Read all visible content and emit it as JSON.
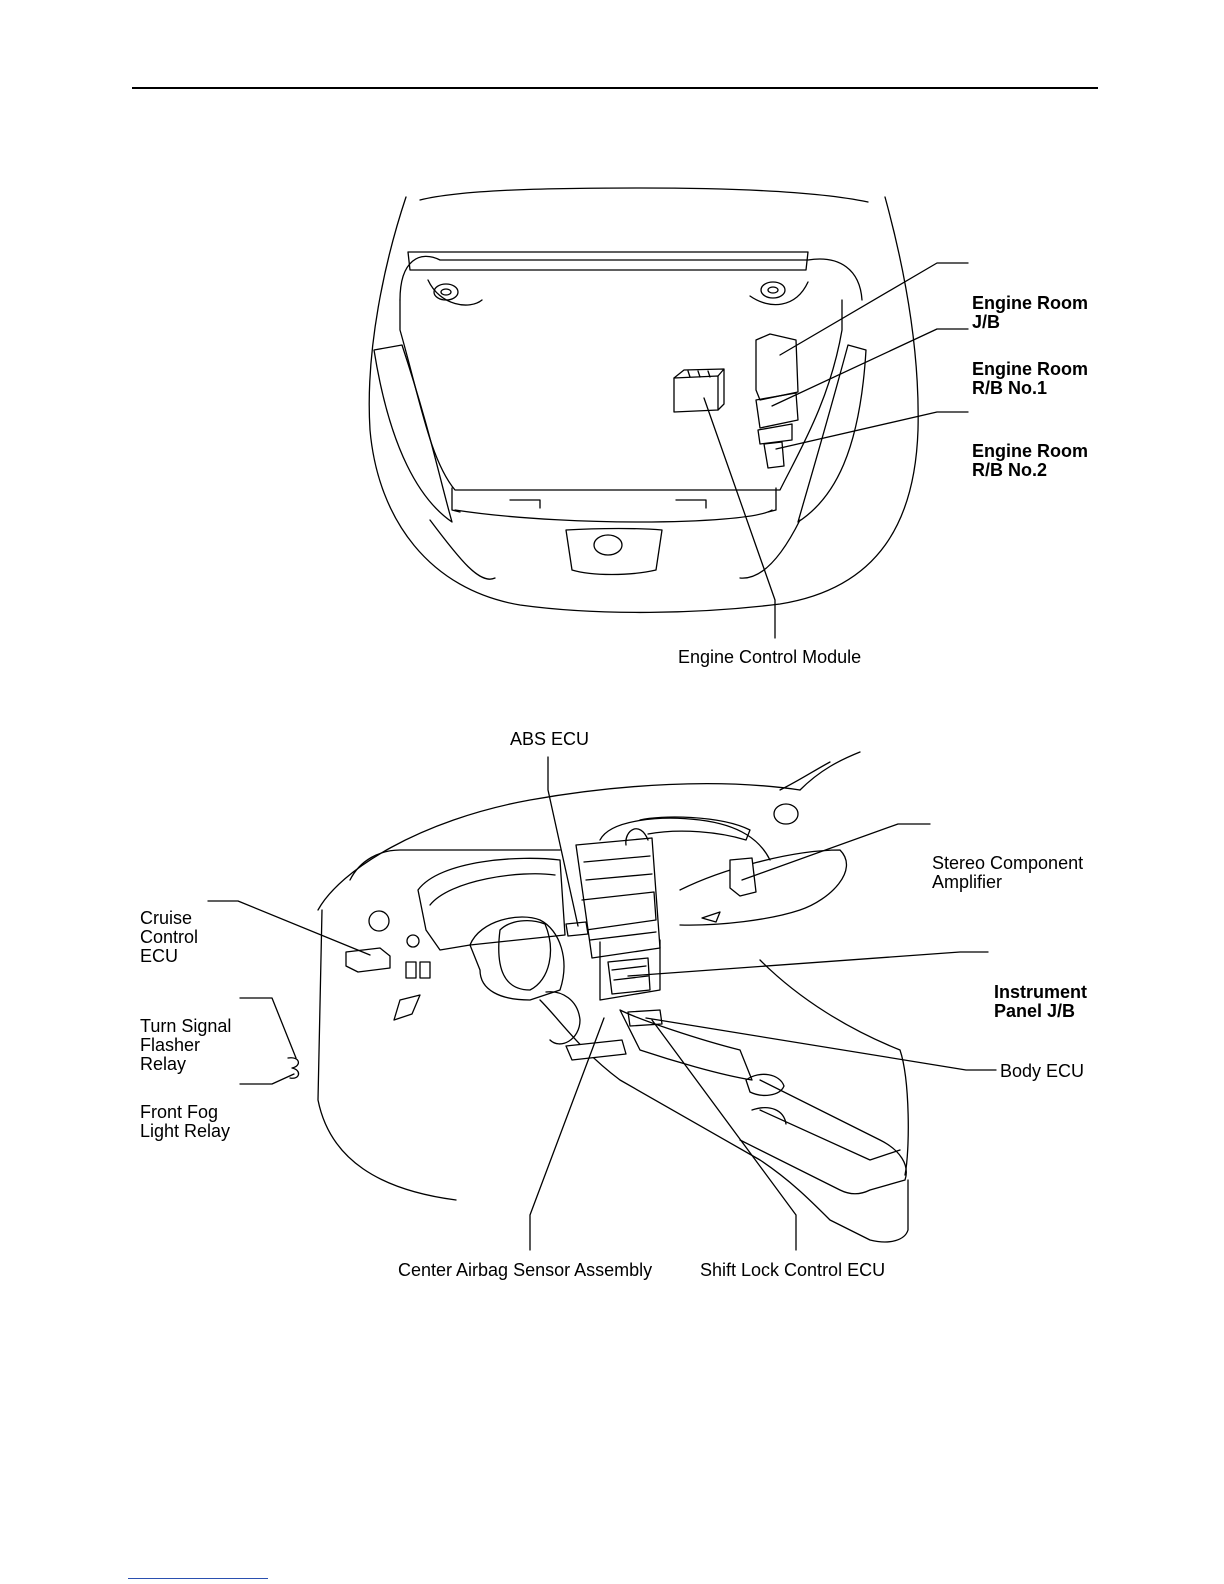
{
  "engine_room_labels": {
    "jb": [
      "Engine Room",
      "J/B"
    ],
    "rb1": [
      "Engine Room",
      "R/B No.1"
    ],
    "rb2": [
      "Engine Room",
      "R/B No.2"
    ],
    "ecm": "Engine Control Module"
  },
  "cabin_labels": {
    "abs": "ABS ECU",
    "stereo": [
      "Stereo Component",
      "Amplifier"
    ],
    "cruise": [
      "Cruise",
      "Control",
      "ECU"
    ],
    "ip_jb": [
      "Instrument",
      "Panel J/B"
    ],
    "turn": [
      "Turn Signal",
      "Flasher",
      "Relay"
    ],
    "fog": [
      "Front Fog",
      "Light Relay"
    ],
    "body": "Body ECU",
    "airbag": "Center Airbag Sensor Assembly",
    "shiftlock": "Shift Lock Control ECU"
  }
}
